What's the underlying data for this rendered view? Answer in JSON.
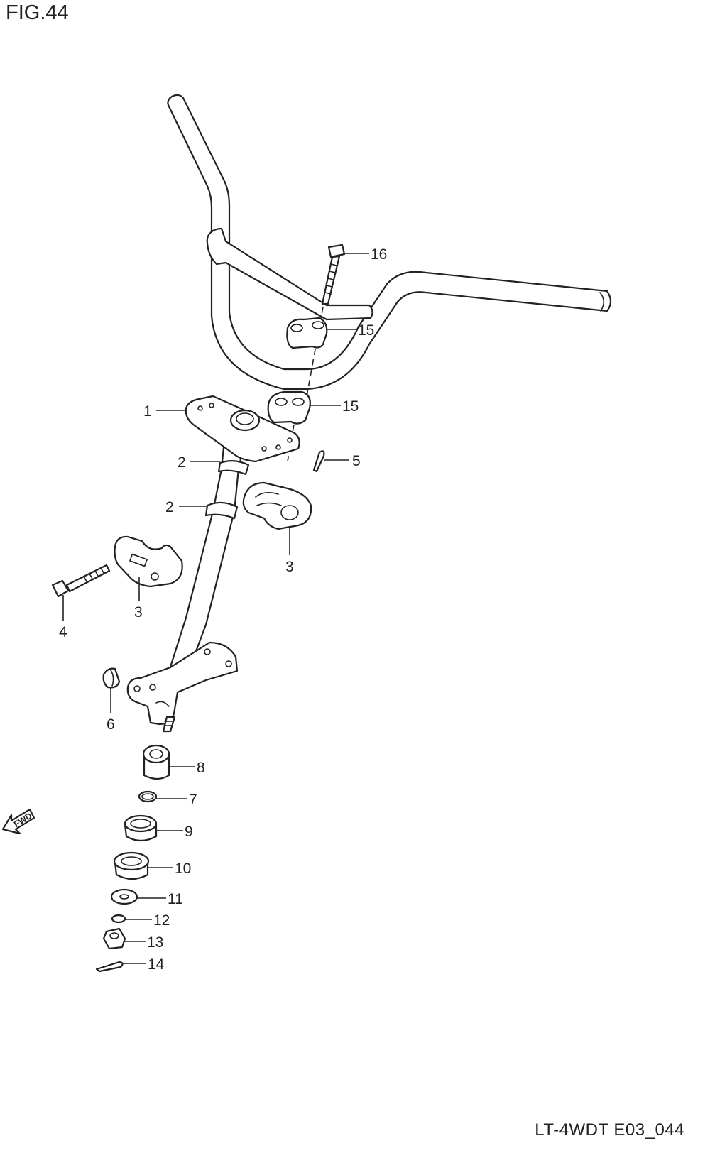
{
  "figure": {
    "title": "FIG.44",
    "code": "LT-4WDT E03_044",
    "direction_indicator": "FWD"
  },
  "callouts": [
    {
      "id": "c1",
      "label": "1"
    },
    {
      "id": "c2a",
      "label": "2"
    },
    {
      "id": "c2b",
      "label": "2"
    },
    {
      "id": "c3a",
      "label": "3"
    },
    {
      "id": "c3b",
      "label": "3"
    },
    {
      "id": "c4",
      "label": "4"
    },
    {
      "id": "c5",
      "label": "5"
    },
    {
      "id": "c6",
      "label": "6"
    },
    {
      "id": "c7",
      "label": "7"
    },
    {
      "id": "c8",
      "label": "8"
    },
    {
      "id": "c9",
      "label": "9"
    },
    {
      "id": "c10",
      "label": "10"
    },
    {
      "id": "c11",
      "label": "11"
    },
    {
      "id": "c12",
      "label": "12"
    },
    {
      "id": "c13",
      "label": "13"
    },
    {
      "id": "c14",
      "label": "14"
    },
    {
      "id": "c15a",
      "label": "15"
    },
    {
      "id": "c15b",
      "label": "15"
    },
    {
      "id": "c16",
      "label": "16"
    }
  ]
}
